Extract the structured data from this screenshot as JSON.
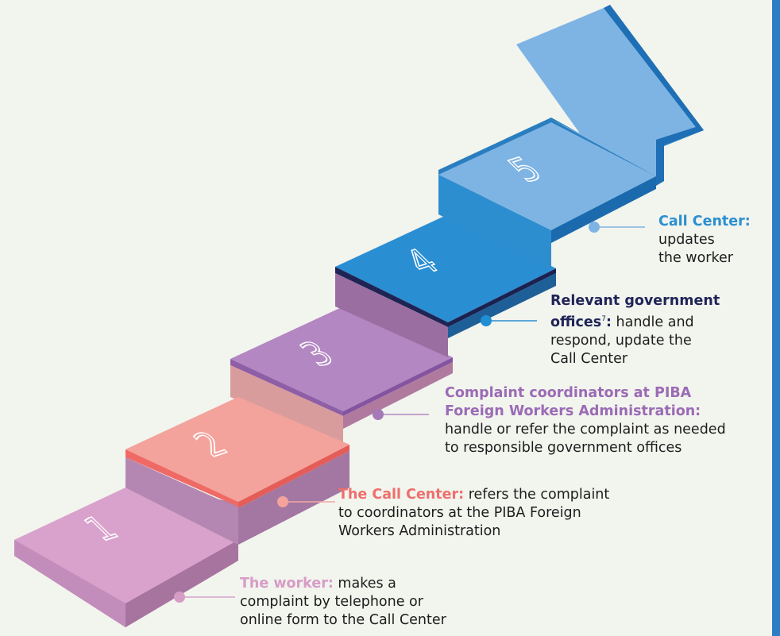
{
  "steps": [
    {
      "number": "1",
      "title": "The worker:",
      "text": "makes a complaint by telephone or online form to the Call Center",
      "lines": [
        "makes a",
        "complaint by telephone or",
        "online form to the Call Center"
      ],
      "color": "#d79cc6"
    },
    {
      "number": "2",
      "title": "The Call Center:",
      "text": "refers the complaint to coordinators at the PIBA Foreign Workers Administration",
      "lines": [
        "refers the complaint",
        "to coordinators at the PIBA Foreign",
        "Workers Administration"
      ],
      "color": "#ee6f6c"
    },
    {
      "number": "3",
      "title": "Complaint coordinators at PIBA Foreign Workers Administration:",
      "title_lines": [
        "Complaint coordinators at PIBA",
        "Foreign Workers Administration:"
      ],
      "text": "handle or refer the complaint as needed to responsible government offices",
      "lines": [
        "handle or refer the complaint as needed",
        "to responsible government offices"
      ],
      "color": "#9b6bb5"
    },
    {
      "number": "4",
      "title": "Relevant government offices",
      "title_lines": [
        "Relevant government",
        "offices"
      ],
      "footnote": "7",
      "text": "handle and respond, update the Call Center",
      "lines": [
        "handle and",
        "respond, update the",
        "Call Center"
      ],
      "color": "#1f2557"
    },
    {
      "number": "5",
      "title": "Call Center:",
      "text": "updates the worker",
      "lines": [
        "updates",
        "the worker"
      ],
      "color": "#2b8fd0"
    }
  ]
}
